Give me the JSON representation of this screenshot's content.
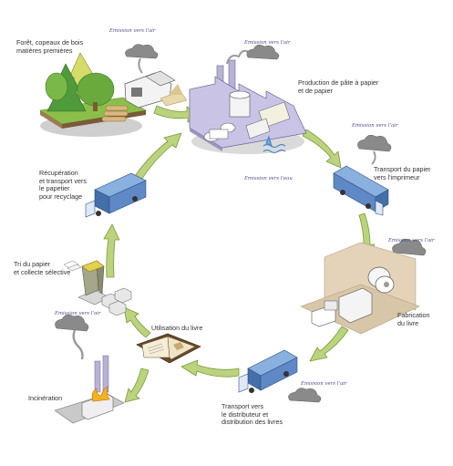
{
  "colors": {
    "arrow_fill": "#bcd37e",
    "arrow_stroke": "#7a9a3a",
    "truck": "#5f88c6",
    "cloud": "#8a8a8a",
    "smoke": "#9a9a9a",
    "factory": "#b8b3d6",
    "tree": "#6aaa3c",
    "water": "#6aaad8",
    "fire": "#f2b21f",
    "wall": "#e4d3b8"
  },
  "emission_label": "Emission vers l'air",
  "water_emission_label": "Emission vers l'eau",
  "stages": [
    {
      "id": "forest",
      "label": "Forêt, copeaux de bois\nmatières premières",
      "icon": "forest-icon"
    },
    {
      "id": "pulp",
      "label": "Production de pâte à papier\net de papier",
      "icon": "pulp-factory-icon"
    },
    {
      "id": "transport-printer",
      "label": "Transport du papier\nvers l'imprimeur",
      "icon": "truck-icon"
    },
    {
      "id": "book-making",
      "label": "Fabrication\ndu livre",
      "icon": "printing-press-icon"
    },
    {
      "id": "distribution",
      "label": "Transport vers\nle distributeur et\ndistribution des livres",
      "icon": "truck-icon"
    },
    {
      "id": "use",
      "label": "Utilisation du livre",
      "icon": "open-book-icon"
    },
    {
      "id": "incineration",
      "label": "Incinération",
      "icon": "incinerator-icon"
    },
    {
      "id": "sorting",
      "label": "Tri du papier\net collecte sélective",
      "icon": "recycling-bin-icon"
    },
    {
      "id": "recovery",
      "label": "Récupération\net transport vers\nle papetier\npour recyclage",
      "icon": "truck-icon"
    }
  ]
}
